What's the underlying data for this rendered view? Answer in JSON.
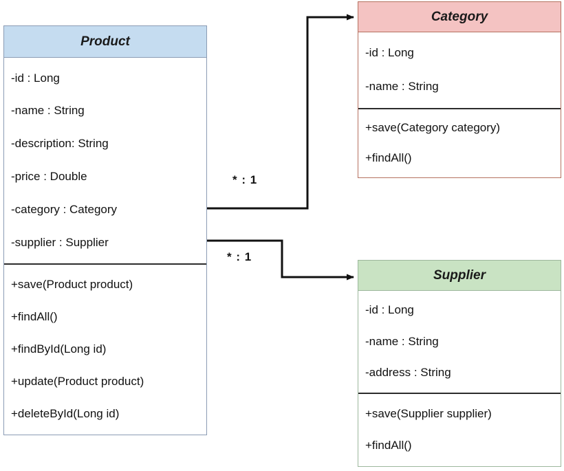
{
  "diagram": {
    "type": "uml-class-diagram",
    "classes": [
      {
        "id": "product",
        "name": "Product",
        "header_color": "#c5dcf0",
        "border_color": "#8a9bb4",
        "attributes": [
          "-id : Long",
          "-name : String",
          "-description: String",
          "-price : Double",
          "-category : Category",
          "-supplier : Supplier"
        ],
        "operations": [
          "+save(Product product)",
          "+findAll()",
          "+findById(Long id)",
          "+update(Product product)",
          "+deleteById(Long id)"
        ]
      },
      {
        "id": "category",
        "name": "Category",
        "header_color": "#f4c3c2",
        "border_color": "#b5705f",
        "attributes": [
          "-id : Long",
          "-name : String"
        ],
        "operations": [
          "+save(Category category)",
          "+findAll()"
        ]
      },
      {
        "id": "supplier",
        "name": "Supplier",
        "header_color": "#c9e3c3",
        "border_color": "#9cb79c",
        "attributes": [
          "-id : Long",
          "-name : String",
          "-address : String"
        ],
        "operations": [
          "+save(Supplier supplier)",
          "+findAll()"
        ]
      }
    ],
    "associations": [
      {
        "id": "product-category",
        "from": "Product",
        "to": "Category",
        "multiplicity": "* : 1"
      },
      {
        "id": "product-supplier",
        "from": "Product",
        "to": "Supplier",
        "multiplicity": "* : 1"
      }
    ]
  }
}
